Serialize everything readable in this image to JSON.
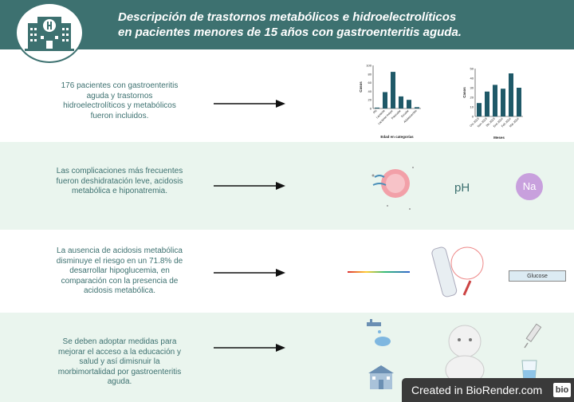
{
  "header": {
    "title_line1": "Descripción de trastornos metabólicos e hidroelectrolíticos",
    "title_line2": "en pacientes menores de 15 años con gastroenteritis aguda.",
    "icon": "hospital-icon"
  },
  "rows": [
    {
      "text": "176 pacientes con gastroenteritis aguda y trastornos hidroelectrolíticos y metabólicos fueron incluidos."
    },
    {
      "text": "Las complicaciones más frecuentes fueron deshidratación leve, acidosis metabólica e hiponatremia.",
      "ph_label": "pH",
      "na_label": "Na"
    },
    {
      "text": "La ausencia de acidosis metabólica disminuye  el riesgo en un 71.8% de desarrollar hipoglucemia, en comparación con la presencia de acidosis metabólica.",
      "glucose_label": "Glucose"
    },
    {
      "text": "Se deben adoptar medidas para mejorar el acceso a la educación y salud y así dimisnuir la morbimortalidad por gastroenteritis aguda."
    }
  ],
  "chart_data": [
    {
      "type": "bar",
      "ylabel": "Casos",
      "xlabel": "Edad en categorías",
      "ylim": [
        0,
        100
      ],
      "yticks": [
        "0",
        "20",
        "40",
        "60",
        "80",
        "100"
      ],
      "categories": [
        "RN",
        "Lactante",
        "Lactante mayor",
        "Prescolar",
        "Escolar",
        "Adolescentes"
      ],
      "values": [
        2,
        38,
        85,
        28,
        20,
        3
      ],
      "color": "#1f5968"
    },
    {
      "type": "bar",
      "ylabel": "Casos",
      "xlabel": "Meses",
      "ylim": [
        0,
        50
      ],
      "yticks": [
        "0",
        "10",
        "20",
        "30",
        "40",
        "50"
      ],
      "categories": [
        "Oct 2023",
        "Nov 2023",
        "Dic 2023",
        "Ene 2024",
        "Feb 2024",
        "Mar 2024"
      ],
      "values": [
        14,
        26,
        33,
        29,
        45,
        30
      ],
      "color": "#1f5968"
    }
  ],
  "footer": {
    "created_label": "Created in BioRender.com",
    "bio_label": "bio"
  },
  "colors": {
    "header": "#3d7170",
    "row_alt": "#eaf5ee",
    "text": "#3d7170",
    "bars": "#1f5968"
  }
}
